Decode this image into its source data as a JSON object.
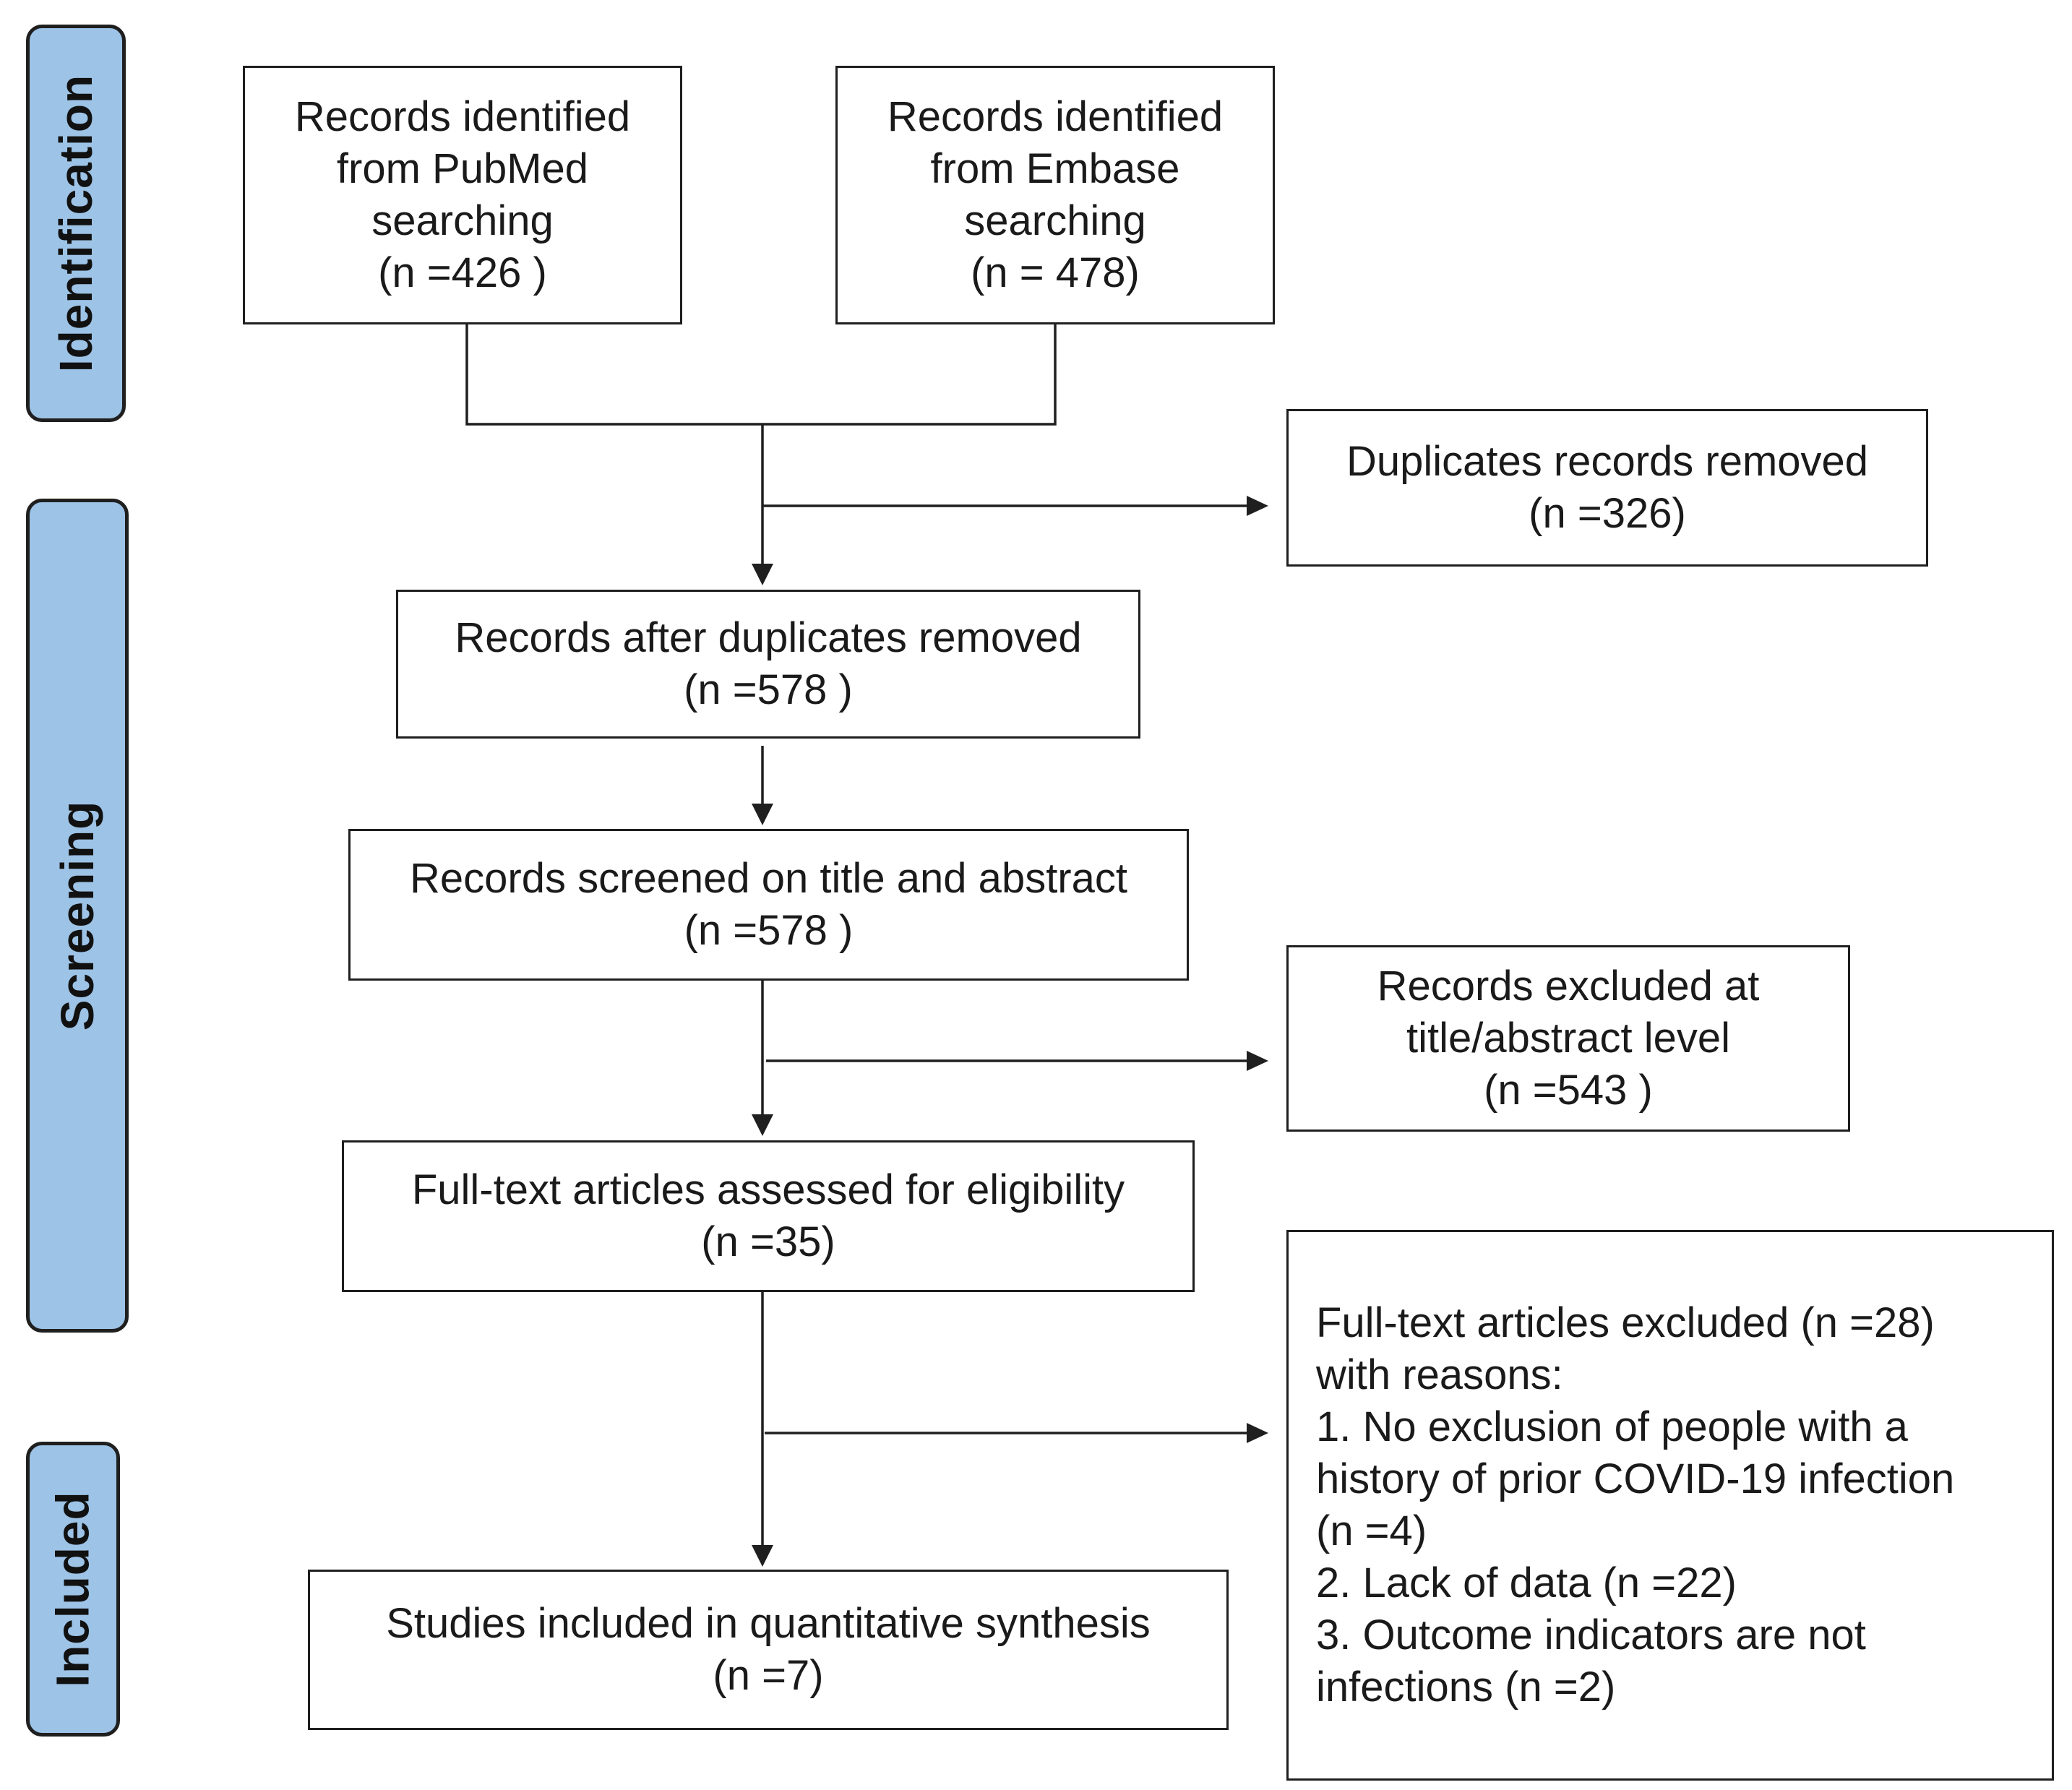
{
  "phases": {
    "identification": "Identification",
    "screening": "Screening",
    "included": "Included"
  },
  "boxes": {
    "pubmed": [
      "Records identified",
      "from PubMed",
      "searching",
      "(n =426 )"
    ],
    "embase": [
      "Records identified",
      "from Embase",
      "searching",
      "(n = 478)"
    ],
    "duplicates_removed": [
      "Duplicates records removed",
      "(n =326)"
    ],
    "after_duplicates": [
      "Records after duplicates removed",
      "(n =578 )"
    ],
    "screened": [
      "Records screened on title and abstract",
      "(n =578 )"
    ],
    "excluded_title_abstract": [
      "Records excluded at",
      "title/abstract level",
      "(n =543 )"
    ],
    "full_text_assessed": [
      "Full-text articles assessed for eligibility",
      "(n =35)"
    ],
    "full_text_excluded": [
      "Full-text articles excluded (n =28)",
      "with reasons:",
      "1. No exclusion of people with a",
      "history of prior COVID-19 infection",
      "(n =4)",
      "2. Lack of data (n =22)",
      "3. Outcome indicators are not",
      "infections (n =2)"
    ],
    "included_studies": [
      "Studies included in quantitative synthesis",
      "(n =7)"
    ]
  },
  "colors": {
    "phase_fill": "#9dc3e6",
    "line": "#1f1f1f"
  }
}
